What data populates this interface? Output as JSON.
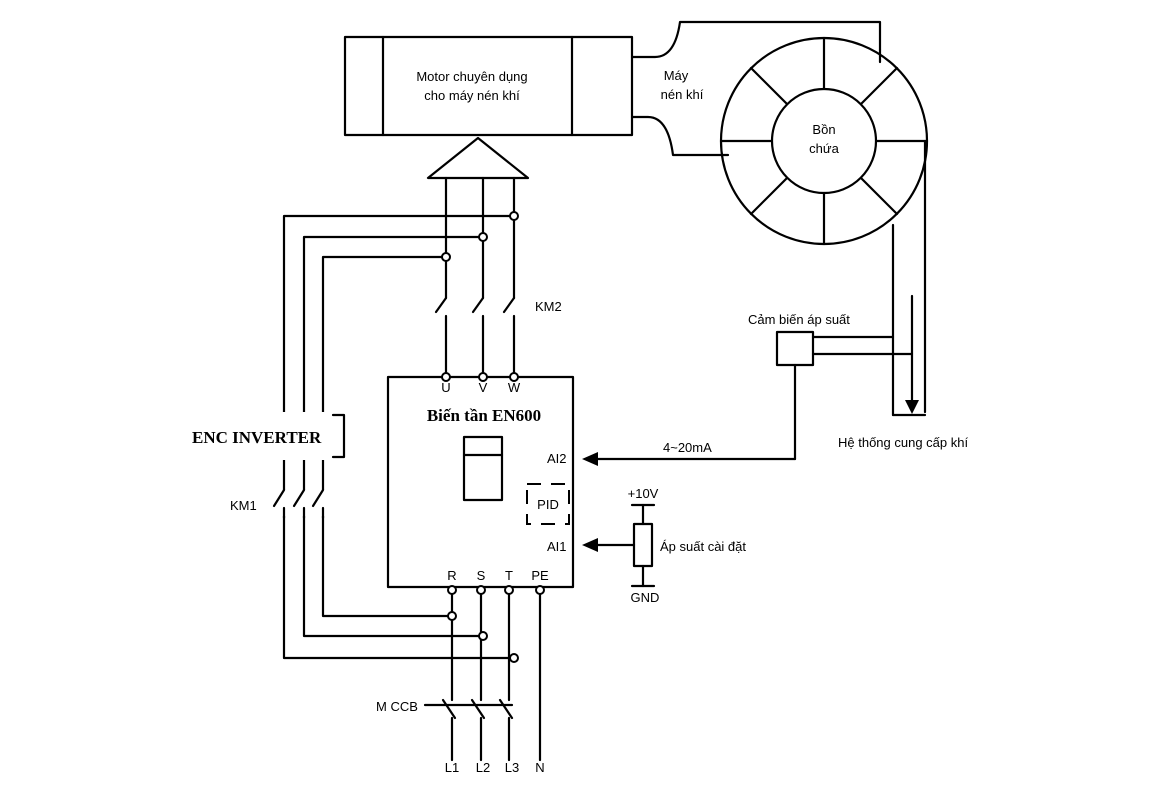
{
  "motor": {
    "line1": "Motor chuyên dụng",
    "line2": "cho máy nén khí"
  },
  "compressor": {
    "line1": "Máy",
    "line2": "nén khí"
  },
  "tank": {
    "line1": "Bồn",
    "line2": "chứa"
  },
  "sensor": {
    "label": "Cảm biến áp suất"
  },
  "supply": {
    "label": "Hệ thống cung cấp khí"
  },
  "inverter": {
    "title": "Biến tần EN600",
    "pid": "PID",
    "terminals_top": [
      "U",
      "V",
      "W"
    ],
    "terminals_bottom": [
      "R",
      "S",
      "T",
      "PE"
    ],
    "ai2": "AI2",
    "ai1": "AI1"
  },
  "brand": "ENC INVERTER",
  "contactors": {
    "km1": "KM1",
    "km2": "KM2"
  },
  "signal": "4~20mA",
  "setpoint": {
    "label": "Áp suất cài đặt",
    "plus": "+10V",
    "gnd": "GND"
  },
  "breaker": "M CCB",
  "mains": [
    "L1",
    "L2",
    "L3",
    "N"
  ]
}
